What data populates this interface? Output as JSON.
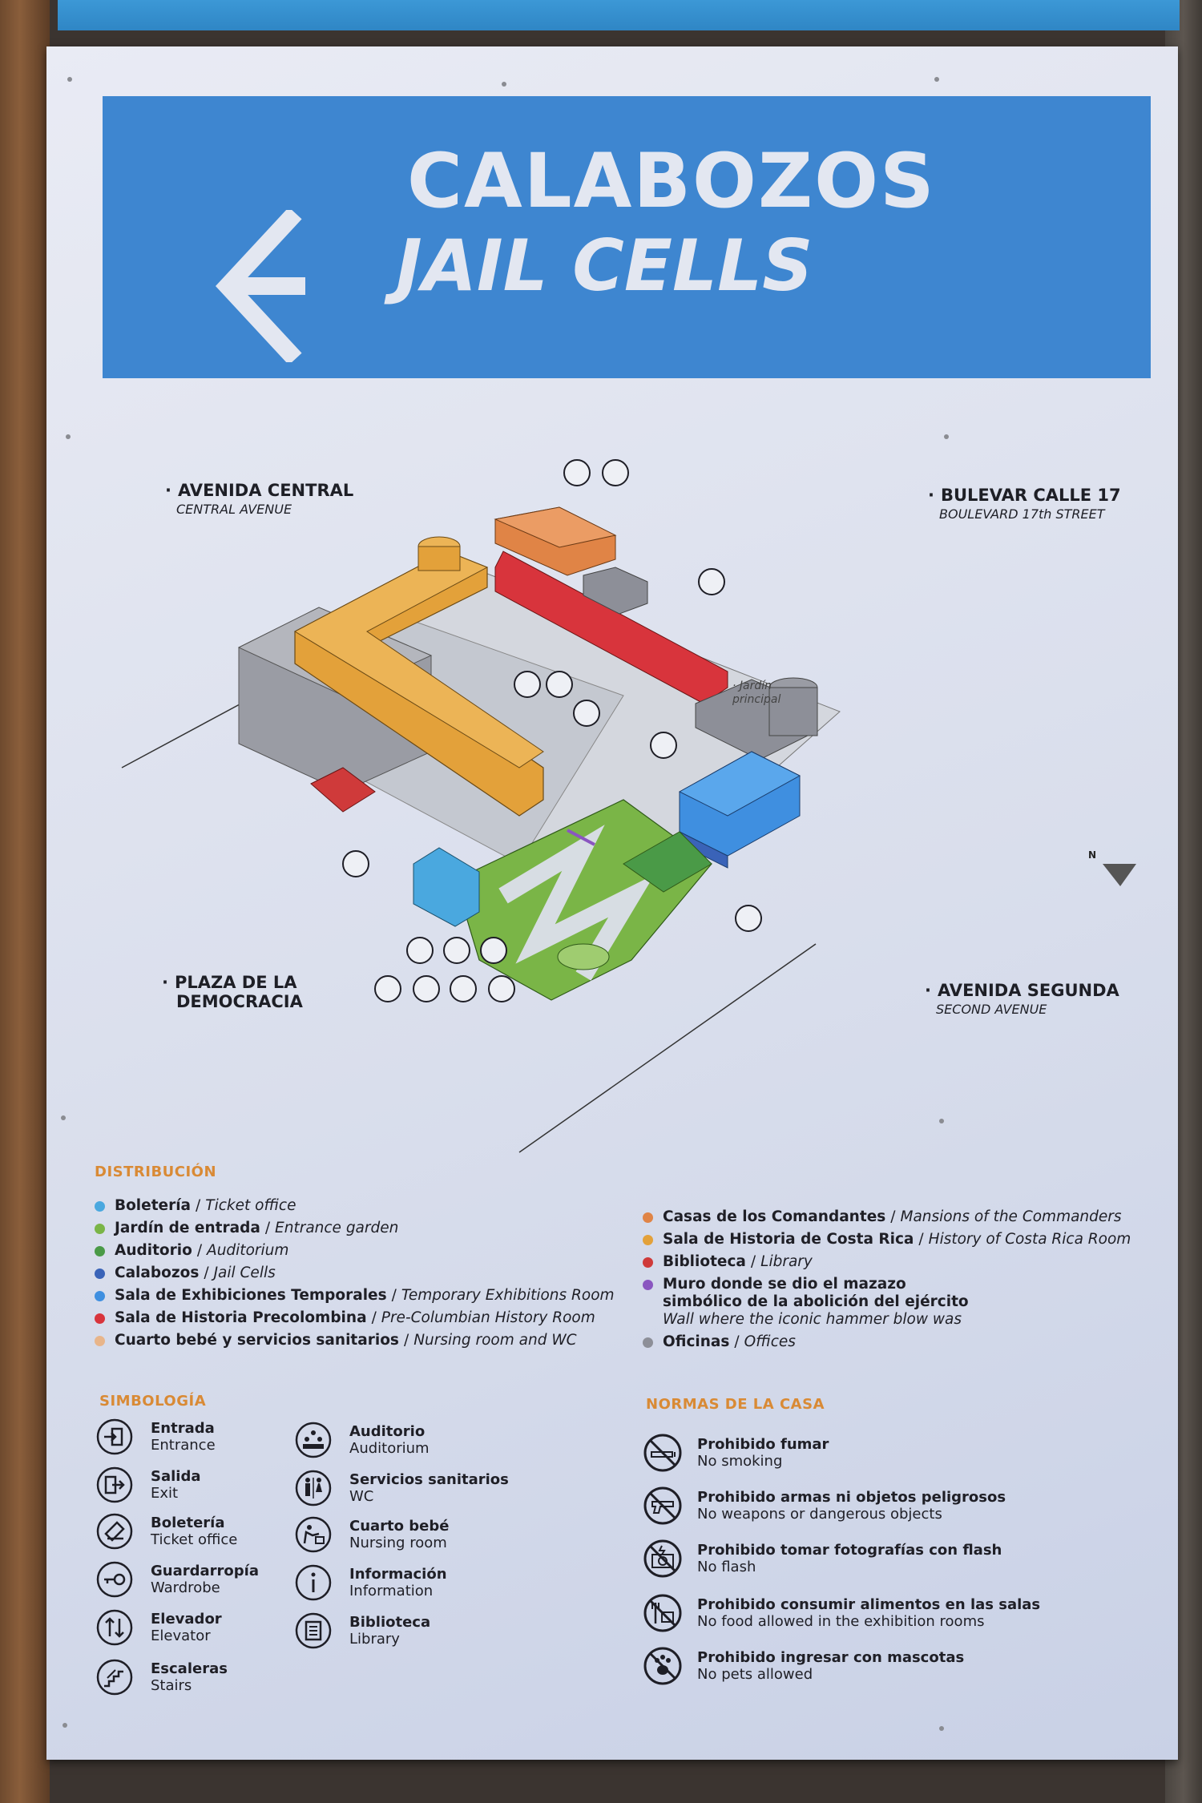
{
  "banner": {
    "title": "CALABOZOS",
    "subtitle": "JAIL CELLS",
    "arrow_icon": "arrow-left-icon",
    "color": "#3e86d0"
  },
  "streets": {
    "central": {
      "es": "AVENIDA CENTRAL",
      "en": "CENTRAL AVENUE"
    },
    "bulevar": {
      "es": "BULEVAR CALLE 17",
      "en": "BOULEVARD 17th STREET"
    },
    "plaza": {
      "es_line1": "PLAZA DE LA",
      "es_line2": "DEMOCRACIA"
    },
    "segunda": {
      "es": "AVENIDA SEGUNDA",
      "en": "SECOND AVENUE"
    }
  },
  "map": {
    "garden_label_line1": "· Jardín",
    "garden_label_line2": "principal",
    "north": "N"
  },
  "distribution": {
    "heading": "DISTRIBUCIÓN",
    "left": [
      {
        "es": "Boletería",
        "en": "Ticket office",
        "color": "#4aa8df"
      },
      {
        "es": "Jardín de entrada",
        "en": "Entrance garden",
        "color": "#7ab547"
      },
      {
        "es": "Auditorio",
        "en": "Auditorium",
        "color": "#4a9a47"
      },
      {
        "es": "Calabozos",
        "en": "Jail Cells",
        "color": "#3a63b8"
      },
      {
        "es": "Sala de Exhibiciones Temporales",
        "en": "Temporary Exhibitions Room",
        "color": "#3f8fe0"
      },
      {
        "es": "Sala de Historia Precolombina",
        "en": "Pre-Columbian History Room",
        "color": "#d8343c"
      },
      {
        "es": "Cuarto bebé y servicios sanitarios",
        "en": "Nursing room and WC",
        "color": "#e8b58a"
      }
    ],
    "right": [
      {
        "es": "Casas de los Comandantes",
        "en": "Mansions of the Commanders",
        "color": "#e08446"
      },
      {
        "es": "Sala de Historia de Costa Rica",
        "en": "History of Costa Rica Room",
        "color": "#e3a13a"
      },
      {
        "es": "Biblioteca",
        "en": "Library",
        "color": "#cf3a3a"
      },
      {
        "es_line1": "Muro donde se dio el mazazo",
        "es_line2": "simbólico de la abolición del ejército",
        "en": "Wall where the iconic hammer blow was",
        "color": "#8a56c0"
      },
      {
        "es": "Oficinas",
        "en": "Offices",
        "color": "#8d8f98"
      }
    ]
  },
  "symbology": {
    "heading": "SIMBOLOGÍA",
    "col1": [
      {
        "es": "Entrada",
        "en": "Entrance",
        "icon": "entrance-icon"
      },
      {
        "es": "Salida",
        "en": "Exit",
        "icon": "exit-icon"
      },
      {
        "es": "Boletería",
        "en": "Ticket office",
        "icon": "ticket-icon"
      },
      {
        "es": "Guardarropía",
        "en": "Wardrobe",
        "icon": "key-icon"
      },
      {
        "es": "Elevador",
        "en": "Elevator",
        "icon": "elevator-icon"
      },
      {
        "es": "Escaleras",
        "en": "Stairs",
        "icon": "stairs-icon"
      }
    ],
    "col2": [
      {
        "es": "Auditorio",
        "en": "Auditorium",
        "icon": "auditorium-icon"
      },
      {
        "es": "Servicios sanitarios",
        "en": "WC",
        "icon": "wc-icon"
      },
      {
        "es": "Cuarto bebé",
        "en": "Nursing room",
        "icon": "nursing-icon"
      },
      {
        "es": "Información",
        "en": "Information",
        "icon": "info-icon"
      },
      {
        "es": "Biblioteca",
        "en": "Library",
        "icon": "library-icon"
      }
    ]
  },
  "rules": {
    "heading": "NORMAS DE LA CASA",
    "items": [
      {
        "es": "Prohibido fumar",
        "en": "No smoking",
        "icon": "no-smoking-icon"
      },
      {
        "es": "Prohibido armas ni objetos peligrosos",
        "en": "No weapons or dangerous objects",
        "icon": "no-weapons-icon"
      },
      {
        "es": "Prohibido tomar fotografías con flash",
        "en": "No flash",
        "icon": "no-flash-icon"
      },
      {
        "es": "Prohibido consumir alimentos en las salas",
        "en": "No food allowed in the exhibition rooms",
        "icon": "no-food-icon"
      },
      {
        "es": "Prohibido ingresar con mascotas",
        "en": "No pets allowed",
        "icon": "no-pets-icon"
      }
    ]
  }
}
